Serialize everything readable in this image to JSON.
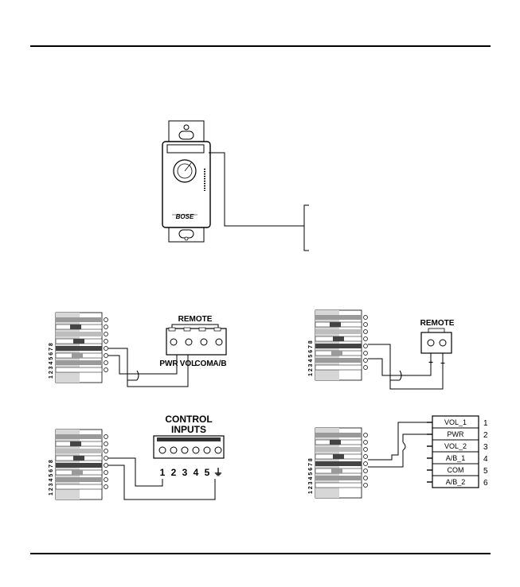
{
  "header": {
    "rule": true
  },
  "footer": {
    "rule": true
  },
  "wallplate": {
    "brand": "BOSE"
  },
  "rj45": {
    "pin_numbers": [
      "1",
      "2",
      "3",
      "4",
      "5",
      "6",
      "7",
      "8"
    ]
  },
  "diagram_remote4": {
    "title": "REMOTE",
    "pins": [
      "PWR",
      "VOL",
      "COM",
      "A/B"
    ]
  },
  "diagram_remote2": {
    "title": "REMOTE",
    "pins": [
      "+",
      "–"
    ]
  },
  "diagram_control": {
    "title_line1": "CONTROL",
    "title_line2": "INPUTS",
    "pins": [
      "1",
      "2",
      "3",
      "4",
      "5",
      "⏚"
    ]
  },
  "diagram_terminal": {
    "rows": [
      {
        "label": "VOL_1",
        "num": "1"
      },
      {
        "label": "PWR",
        "num": "2"
      },
      {
        "label": "VOL_2",
        "num": "3"
      },
      {
        "label": "A/B_1",
        "num": "4"
      },
      {
        "label": "COM",
        "num": "5"
      },
      {
        "label": "A/B_2",
        "num": "6"
      }
    ]
  },
  "colors": {
    "ink": "#000000",
    "wire_gray": "#9a9a9a",
    "wire_dark": "#444444"
  }
}
